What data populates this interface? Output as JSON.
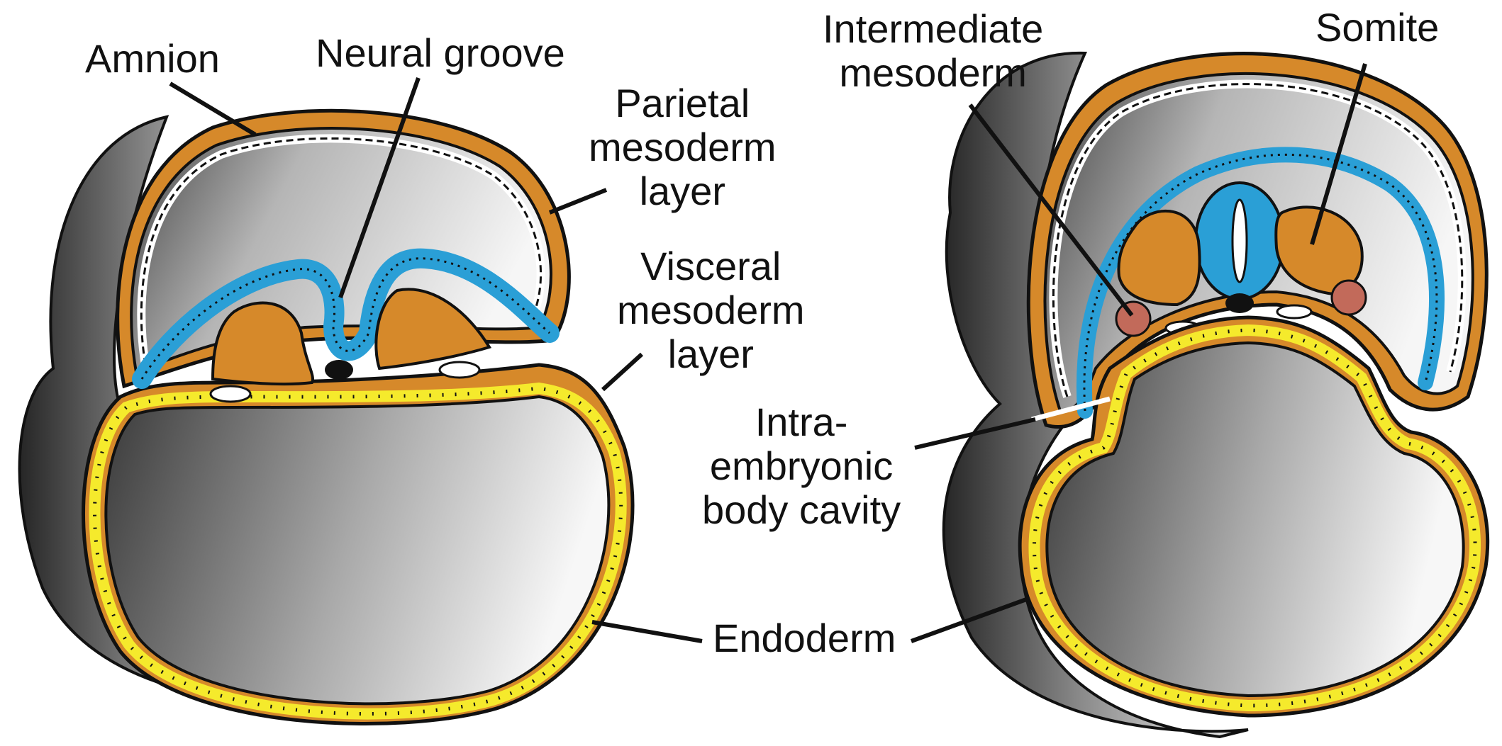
{
  "colors": {
    "ectoderm_blue": "#2a9fd6",
    "mesoderm_orange": "#d6892a",
    "endoderm_yellow": "#f5ea2c",
    "intermediate_mesoderm": "#c26a5a",
    "membrane_dark": "#2b1d0e",
    "shading_dark": "#2e2e2e",
    "shading_light": "#f4f4f4"
  },
  "labels": {
    "amnion": "Amnion",
    "neural_groove": "Neural groove",
    "parietal_mesoderm": [
      "Parietal",
      "mesoderm",
      "layer"
    ],
    "visceral_mesoderm": [
      "Visceral",
      "mesoderm",
      "layer"
    ],
    "intermediate_mesoderm": [
      "Intermediate",
      "mesoderm"
    ],
    "somite": "Somite",
    "intraembryonic_body_cavity": [
      "Intra-",
      "embryonic",
      "body cavity"
    ],
    "endoderm": "Endoderm"
  }
}
